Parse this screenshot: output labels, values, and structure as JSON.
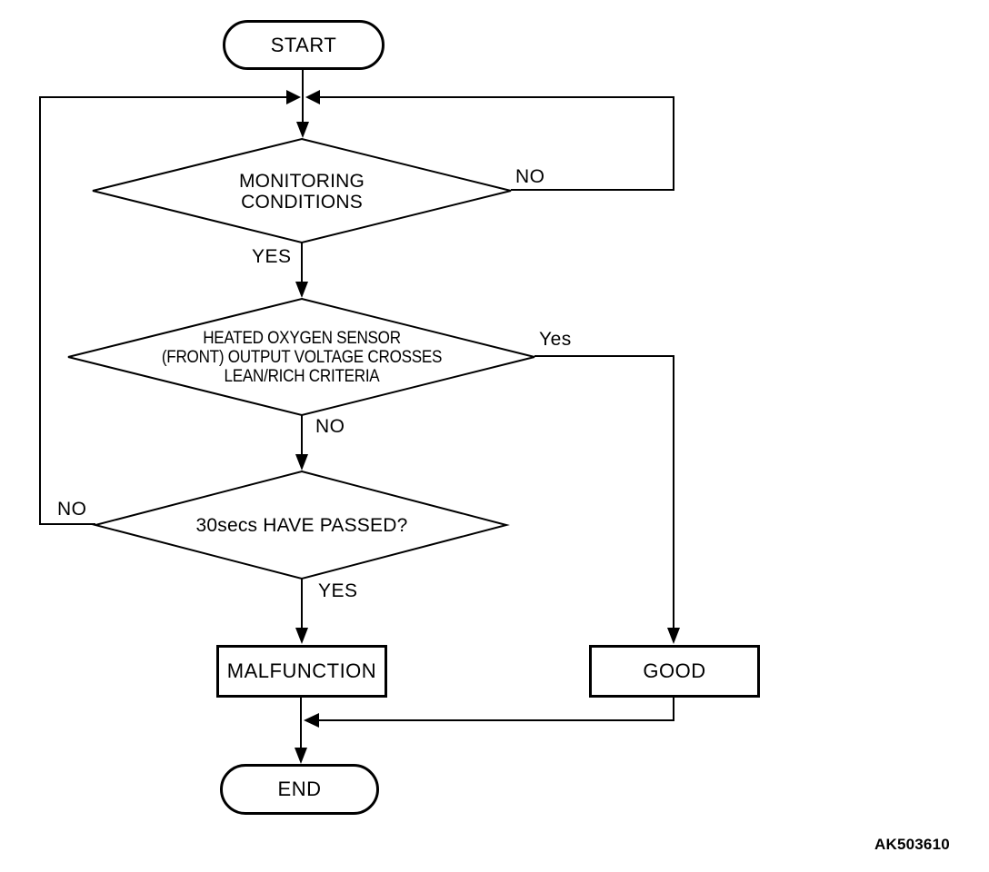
{
  "page": {
    "background": "#ffffff",
    "line_color": "#000000"
  },
  "flowchart": {
    "figure_code": "AK503610",
    "nodes": {
      "start": {
        "type": "terminator",
        "label": "START"
      },
      "monitoring": {
        "type": "decision",
        "label": "MONITORING\nCONDITIONS"
      },
      "sensor": {
        "type": "decision",
        "label": "HEATED OXYGEN SENSOR\n(FRONT) OUTPUT VOLTAGE CROSSES\nLEAN/RICH CRITERIA"
      },
      "timer": {
        "type": "decision",
        "label": "30secs HAVE PASSED?"
      },
      "malfunction": {
        "type": "process",
        "label": "MALFUNCTION"
      },
      "good": {
        "type": "process",
        "label": "GOOD"
      },
      "end": {
        "type": "terminator",
        "label": "END"
      }
    },
    "branch_labels": {
      "monitoring_no": "NO",
      "monitoring_yes": "YES",
      "sensor_yes": "Yes",
      "sensor_no": "NO",
      "timer_no": "NO",
      "timer_yes": "YES"
    }
  }
}
